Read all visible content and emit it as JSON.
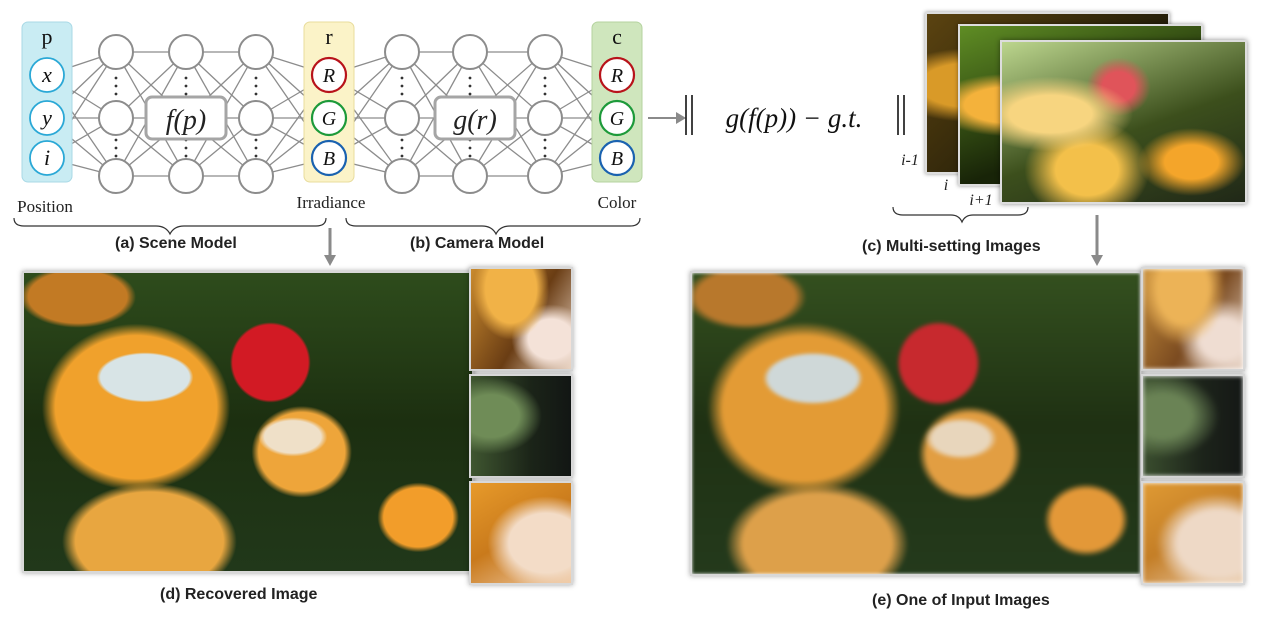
{
  "scene_model": {
    "input_header": "p",
    "inputs": [
      "x",
      "y",
      "i"
    ],
    "function_label": "f(p)",
    "input_label": "Position",
    "caption": "(a) Scene Model"
  },
  "irradiance": {
    "header": "r",
    "nodes": [
      "R",
      "G",
      "B"
    ],
    "label": "Irradiance"
  },
  "camera_model": {
    "function_label": "g(r)",
    "caption": "(b) Camera Model"
  },
  "color_output": {
    "header": "c",
    "nodes": [
      "R",
      "G",
      "B"
    ],
    "label": "Color"
  },
  "loss": {
    "expression": "g(f(p)) − g.t."
  },
  "multi_setting": {
    "frame_labels": [
      "i-1",
      "i",
      "i+1"
    ],
    "caption": "(c) Multi-setting Images"
  },
  "recovered": {
    "caption": "(d) Recovered Image"
  },
  "input_image": {
    "caption": "(e) One of Input Images"
  },
  "colors": {
    "input_panel": "#c9ecf3",
    "input_stroke": "#2aa8d6",
    "irradiance_panel": "#fbf3c8",
    "output_panel": "#cfe6bd",
    "red_node": "#b8131a",
    "green_node": "#1d9a3a",
    "blue_node": "#1a62b0",
    "network_gray": "#8c8c8c"
  }
}
